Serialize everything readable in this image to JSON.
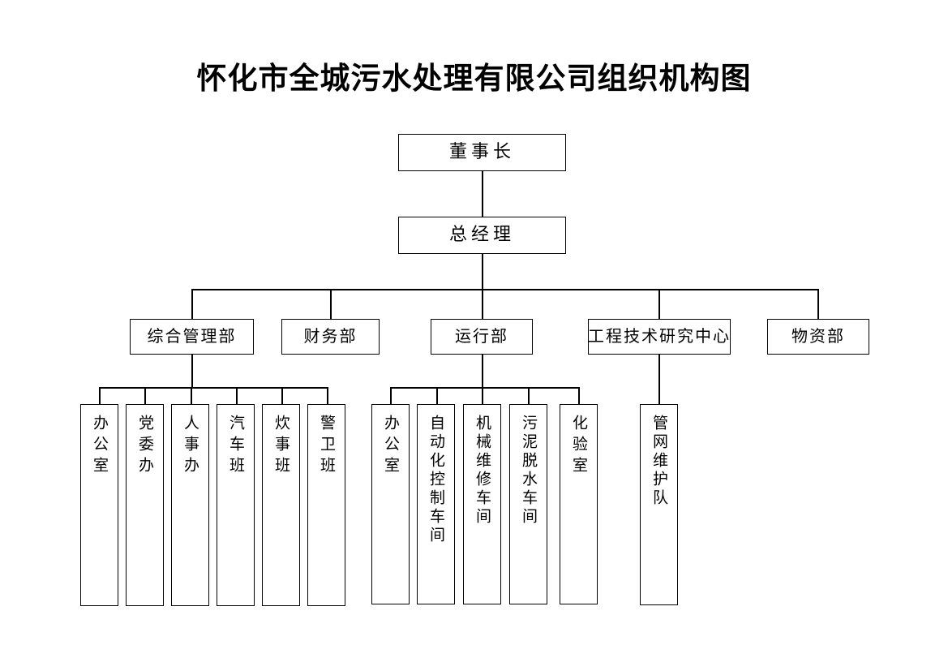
{
  "title": "怀化市全城污水处理有限公司组织机构图",
  "chart_data": {
    "type": "diagram",
    "diagram_kind": "organizational-chart",
    "title": "怀化市全城污水处理有限公司组织机构图",
    "orientation": "top-down",
    "levels": 4,
    "node_count": 19,
    "box_style": "rectangle, black 1.5px border, white fill",
    "leaf_text_direction": "vertical",
    "nodes": [
      {
        "id": "chairman",
        "label": "董事长",
        "level": 0,
        "parent": null
      },
      {
        "id": "gm",
        "label": "总经理",
        "level": 1,
        "parent": "chairman"
      },
      {
        "id": "dept_admin",
        "label": "综合管理部",
        "level": 2,
        "parent": "gm"
      },
      {
        "id": "dept_finance",
        "label": "财务部",
        "level": 2,
        "parent": "gm"
      },
      {
        "id": "dept_ops",
        "label": "运行部",
        "level": 2,
        "parent": "gm"
      },
      {
        "id": "dept_eng",
        "label": "工程技术研究中心",
        "level": 2,
        "parent": "gm"
      },
      {
        "id": "dept_material",
        "label": "物资部",
        "level": 2,
        "parent": "gm"
      },
      {
        "id": "admin_office",
        "label": "办公室",
        "level": 3,
        "parent": "dept_admin"
      },
      {
        "id": "admin_party",
        "label": "党委办",
        "level": 3,
        "parent": "dept_admin"
      },
      {
        "id": "admin_hr",
        "label": "人事办",
        "level": 3,
        "parent": "dept_admin"
      },
      {
        "id": "admin_vehicle",
        "label": "汽车班",
        "level": 3,
        "parent": "dept_admin"
      },
      {
        "id": "admin_canteen",
        "label": "炊事班",
        "level": 3,
        "parent": "dept_admin"
      },
      {
        "id": "admin_guard",
        "label": "警卫班",
        "level": 3,
        "parent": "dept_admin"
      },
      {
        "id": "ops_office",
        "label": "办公室",
        "level": 3,
        "parent": "dept_ops"
      },
      {
        "id": "ops_auto",
        "label": "自动化控制车间",
        "level": 3,
        "parent": "dept_ops"
      },
      {
        "id": "ops_mech",
        "label": "机械维修车间",
        "level": 3,
        "parent": "dept_ops"
      },
      {
        "id": "ops_sludge",
        "label": "污泥脱水车间",
        "level": 3,
        "parent": "dept_ops"
      },
      {
        "id": "ops_lab",
        "label": "化验室",
        "level": 3,
        "parent": "dept_ops"
      },
      {
        "id": "eng_pipe",
        "label": "管网维护队",
        "level": 3,
        "parent": "dept_eng"
      }
    ],
    "edges": [
      {
        "from": "chairman",
        "to": "gm"
      },
      {
        "from": "gm",
        "to": "dept_admin"
      },
      {
        "from": "gm",
        "to": "dept_finance"
      },
      {
        "from": "gm",
        "to": "dept_ops"
      },
      {
        "from": "gm",
        "to": "dept_eng"
      },
      {
        "from": "gm",
        "to": "dept_material"
      },
      {
        "from": "dept_admin",
        "to": "admin_office"
      },
      {
        "from": "dept_admin",
        "to": "admin_party"
      },
      {
        "from": "dept_admin",
        "to": "admin_hr"
      },
      {
        "from": "dept_admin",
        "to": "admin_vehicle"
      },
      {
        "from": "dept_admin",
        "to": "admin_canteen"
      },
      {
        "from": "dept_admin",
        "to": "admin_guard"
      },
      {
        "from": "dept_ops",
        "to": "ops_office"
      },
      {
        "from": "dept_ops",
        "to": "ops_auto"
      },
      {
        "from": "dept_ops",
        "to": "ops_mech"
      },
      {
        "from": "dept_ops",
        "to": "ops_sludge"
      },
      {
        "from": "dept_ops",
        "to": "ops_lab"
      },
      {
        "from": "dept_eng",
        "to": "eng_pipe"
      }
    ],
    "colors": {
      "line": "#000000",
      "text": "#000000",
      "background": "#ffffff"
    }
  },
  "executive": {
    "chairman": "董事长",
    "general_manager": "总经理"
  },
  "departments": [
    {
      "label": "综合管理部"
    },
    {
      "label": "财务部"
    },
    {
      "label": "运行部"
    },
    {
      "label": "工程技术研究中心"
    },
    {
      "label": "物资部"
    }
  ],
  "admin_units": [
    {
      "label": "办公室"
    },
    {
      "label": "党委办"
    },
    {
      "label": "人事办"
    },
    {
      "label": "汽车班"
    },
    {
      "label": "炊事班"
    },
    {
      "label": "警卫班"
    }
  ],
  "ops_units": [
    {
      "label": "办公室"
    },
    {
      "label": "自动化控制车间"
    },
    {
      "label": "机械维修车间"
    },
    {
      "label": "污泥脱水车间"
    },
    {
      "label": "化验室"
    }
  ],
  "eng_units": [
    {
      "label": "管网维护队"
    }
  ]
}
